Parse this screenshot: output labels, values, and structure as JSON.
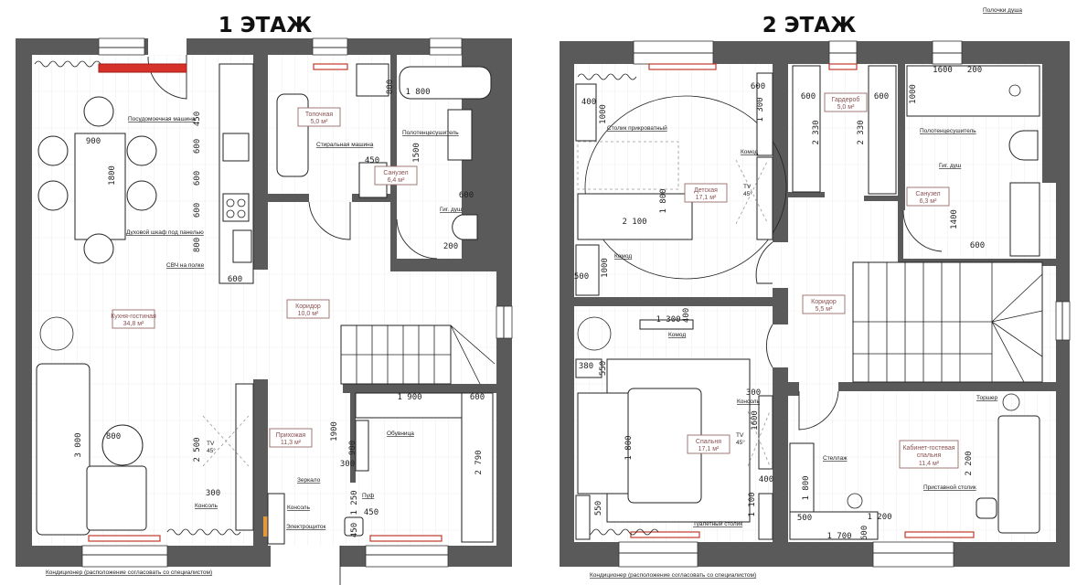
{
  "floors": [
    {
      "title": "1 ЭТАЖ",
      "rooms": [
        {
          "name": "Кухня-гостиная",
          "area": "34,8 м²"
        },
        {
          "name": "Топочная",
          "area": "5,0 м²"
        },
        {
          "name": "Санузел",
          "area": "6,4 м²"
        },
        {
          "name": "Коридор",
          "area": "10,0 м²"
        },
        {
          "name": "Прихожая",
          "area": "11,3 м²"
        }
      ],
      "notes": [
        "Посудомоечная машина",
        "Духовой шкаф под панелью",
        "СВЧ на полке",
        "Стиральная машина",
        "Полотенцесушитель",
        "Гиг. душ",
        "Обувница",
        "Зеркало",
        "Консоль",
        "Консоль",
        "Электрощиток",
        "Пуф",
        "TV",
        "45°",
        "Кондиционер (расположение согласовать со специалистом)"
      ],
      "dims": [
        "450",
        "600",
        "600",
        "600",
        "800",
        "900",
        "1800",
        "600",
        "800",
        "1 800",
        "1500",
        "450",
        "600",
        "200",
        "800",
        "3 000",
        "2 500",
        "300",
        "1900",
        "1 900",
        "600",
        "900",
        "300",
        "1 250",
        "2 790",
        "450",
        "450"
      ]
    },
    {
      "title": "2 ЭТАЖ",
      "rooms": [
        {
          "name": "Детская",
          "area": "17,1 м²"
        },
        {
          "name": "Гардероб",
          "area": "5,0 м²"
        },
        {
          "name": "Санузел",
          "area": "6,3 м²"
        },
        {
          "name": "Коридор",
          "area": "5,5 м²"
        },
        {
          "name": "Спальня",
          "area": "17,1 м²"
        },
        {
          "name": "Кабинет-гостевая спальня",
          "area": "11,4 м²"
        }
      ],
      "notes": [
        "Полочки душа",
        "Столик прикроватный",
        "Комод",
        "Комод",
        "Полотенцесушитель",
        "Гиг. душ",
        "Комод",
        "Консоль",
        "Стеллаж",
        "Торшер",
        "Приставной столик",
        "Туалетный столик",
        "TV",
        "45°",
        "TV",
        "45°",
        "Кондиционер (расположение согласовать со специалистом)"
      ],
      "dims": [
        "400",
        "1000",
        "600",
        "1 300",
        "600",
        "600",
        "2 330",
        "2 330",
        "1600",
        "200",
        "1000",
        "1 800",
        "2 100",
        "1400",
        "600",
        "500",
        "1000",
        "1 300",
        "400",
        "380",
        "550",
        "1 800",
        "300",
        "1600",
        "400",
        "1 100",
        "550",
        "1 800",
        "500",
        "1 200",
        "1 700",
        "600",
        "2 200"
      ]
    }
  ],
  "colors": {
    "wall": "#5a5a5a",
    "radiator": "#d6322a",
    "room_label": "#8a5050"
  }
}
